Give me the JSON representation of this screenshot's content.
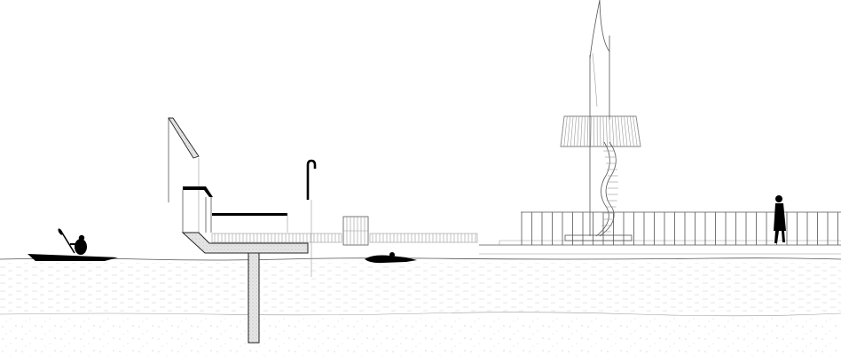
{
  "drawing": {
    "kind": "architectural-section",
    "colors": {
      "ink": "#000000",
      "line": "#555555",
      "light_line": "#9a9a9a",
      "hatch_fill": "#d9d9d9",
      "water_pattern": "#cfcfcf",
      "background": "#ffffff"
    },
    "elements": [
      "kayaker-silhouette",
      "diving-platform",
      "swimmer-silhouette",
      "ladder-handrail",
      "railing-fence",
      "lookout-tower",
      "pedestrian-silhouette"
    ]
  }
}
